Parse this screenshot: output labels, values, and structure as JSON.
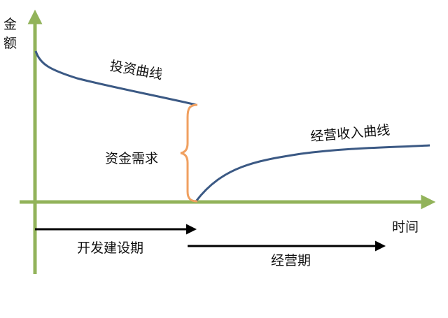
{
  "diagram": {
    "y_axis_label_line1": "金",
    "y_axis_label_line2": "额",
    "x_axis_label": "时间",
    "investment_curve_label": "投资曲线",
    "revenue_curve_label": "经营收入曲线",
    "capital_need_label": "资金需求",
    "development_period_label": "开发建设期",
    "operation_period_label": "经营期",
    "colors": {
      "axis": "#92b35a",
      "curve": "#3b5984",
      "brace": "#f0a060",
      "arrow": "#000000",
      "text": "#111111"
    }
  }
}
